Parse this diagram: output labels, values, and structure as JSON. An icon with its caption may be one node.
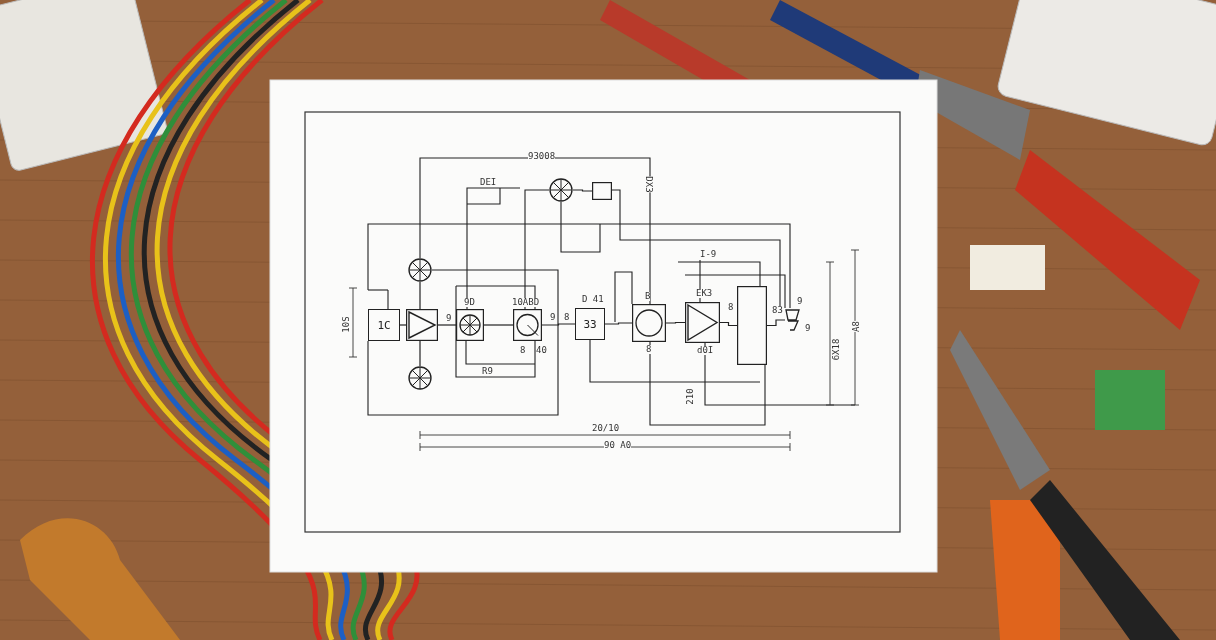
{
  "diagram": {
    "nodes": [
      {
        "text": [
          "1C"
        ]
      },
      {
        "text": [],
        "shape": "triangle"
      },
      {
        "text": [],
        "shape": "box"
      },
      {
        "text": [],
        "shape": "box",
        "beside": [
          "10ABD",
          "8"
        ]
      },
      {
        "text": [
          "33"
        ],
        "beside": [
          "D 41"
        ]
      },
      {
        "text": [],
        "shape": "box",
        "beside": [
          "B"
        ]
      },
      {
        "text": [],
        "shape": "triangle"
      },
      {
        "text": [],
        "shape": "box"
      },
      {
        "text": [],
        "shape": "switch",
        "beside": [
          "9"
        ]
      },
      {
        "text": [],
        "shape": "circle"
      },
      {
        "text": [],
        "shape": "circle"
      },
      {
        "text": [],
        "shape": "circle"
      },
      {
        "text": [],
        "shape": "box"
      }
    ],
    "edges": [
      {
        "from": 0,
        "to": 1,
        "arrow": "none"
      },
      {
        "from": 1,
        "to": 2,
        "arrow": "none"
      },
      {
        "from": 2,
        "to": 3,
        "arrow": "none"
      },
      {
        "from": 3,
        "to": 4,
        "arrow": "none"
      },
      {
        "from": 4,
        "to": 5,
        "arrow": "none"
      },
      {
        "from": 5,
        "to": 6,
        "arrow": "none"
      },
      {
        "from": 6,
        "to": 7,
        "arrow": "none"
      },
      {
        "from": 7,
        "to": 8,
        "arrow": "none"
      },
      {
        "from": 9,
        "to": 1,
        "arrow": "none"
      },
      {
        "from": 1,
        "to": 10,
        "arrow": "none"
      },
      {
        "from": 11,
        "to": 12,
        "arrow": "none"
      }
    ],
    "labels": [
      "93008",
      "DEI",
      "DX3",
      "10S",
      "9",
      "9D",
      "9",
      "8",
      "EK3",
      "I-9",
      "8",
      "83",
      "9",
      "40",
      "R9",
      "8",
      "d0I",
      "210",
      "6X18",
      "A8",
      "20/10",
      "90 A0"
    ]
  }
}
